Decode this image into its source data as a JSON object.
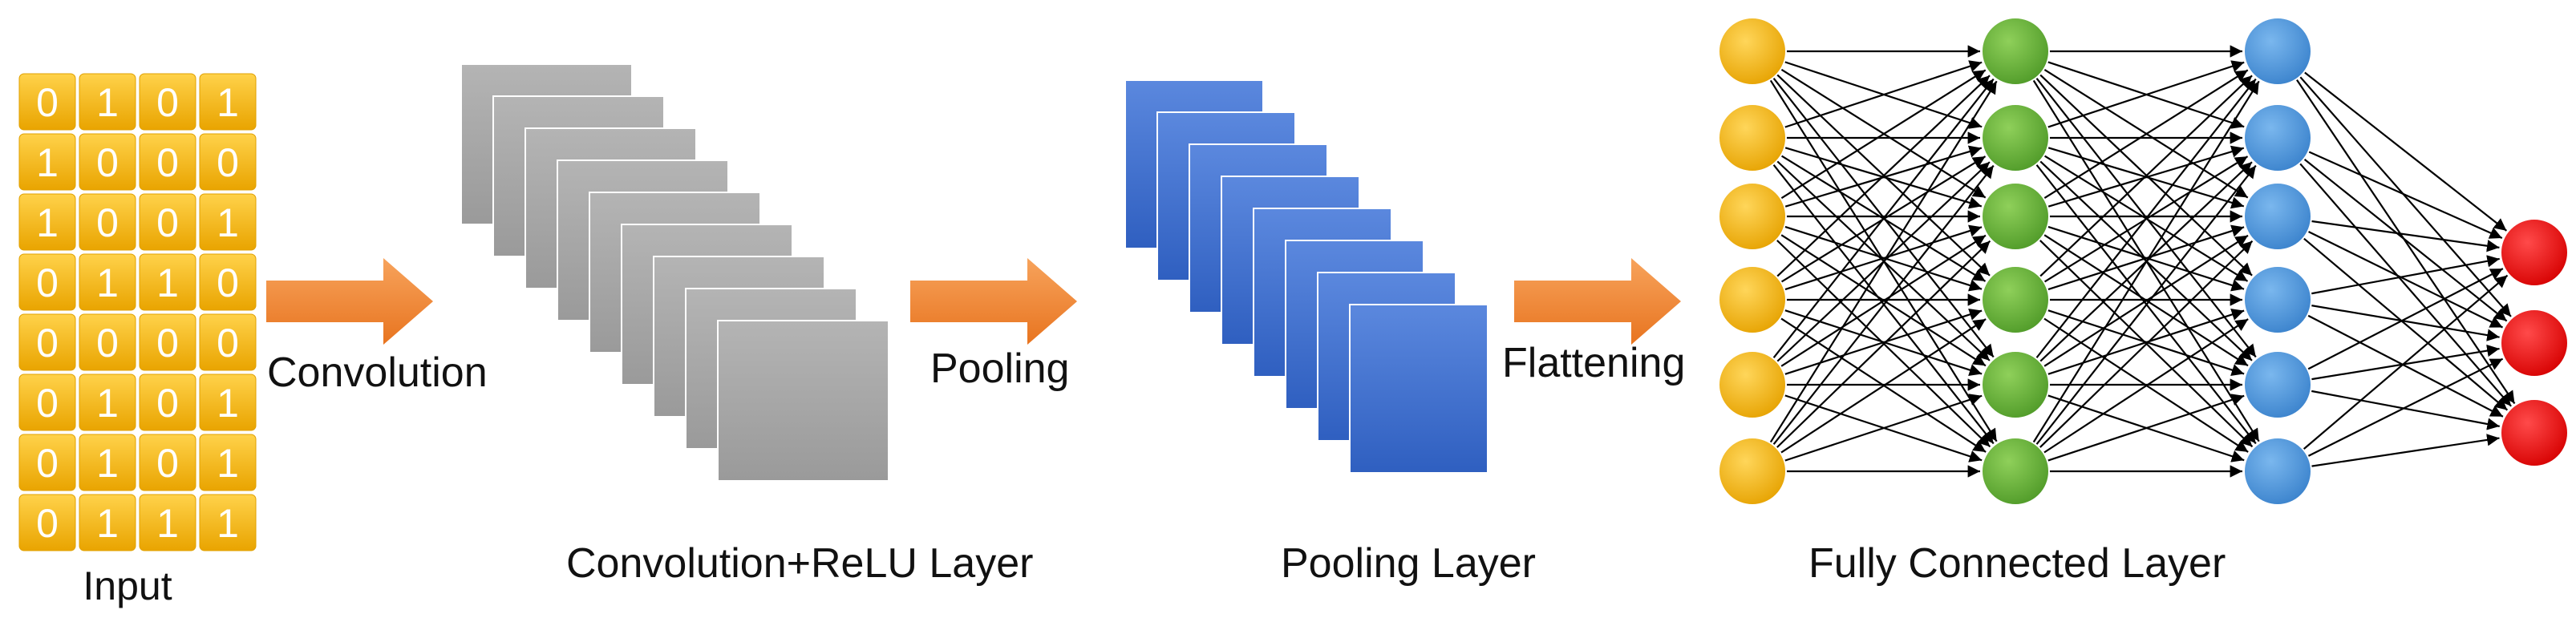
{
  "input": {
    "label": "Input",
    "grid": [
      [
        "0",
        "1",
        "0",
        "1"
      ],
      [
        "1",
        "0",
        "0",
        "0"
      ],
      [
        "1",
        "0",
        "0",
        "1"
      ],
      [
        "0",
        "1",
        "1",
        "0"
      ],
      [
        "0",
        "0",
        "0",
        "0"
      ],
      [
        "0",
        "1",
        "0",
        "1"
      ],
      [
        "0",
        "1",
        "0",
        "1"
      ],
      [
        "0",
        "1",
        "1",
        "1"
      ]
    ]
  },
  "steps": {
    "convolution": "Convolution",
    "pooling": "Pooling",
    "flattening": "Flattening"
  },
  "layers": {
    "conv_relu": "Convolution+ReLU Layer",
    "pooling": "Pooling Layer",
    "fully_connected": "Fully Connected Layer"
  },
  "counts": {
    "conv_feature_maps": 9,
    "pooled_feature_maps": 8,
    "network_layers": [
      6,
      6,
      6,
      3
    ]
  },
  "colors": {
    "input_cell": "#f5b40a",
    "arrow": "#f0822a",
    "conv_map": "#a9a9a9",
    "pool_map": "#3f6fd0",
    "layer1_node": "#f5b40a",
    "layer2_node": "#6fb23e",
    "layer3_node": "#4e97da",
    "output_node": "#ee1c1c"
  }
}
